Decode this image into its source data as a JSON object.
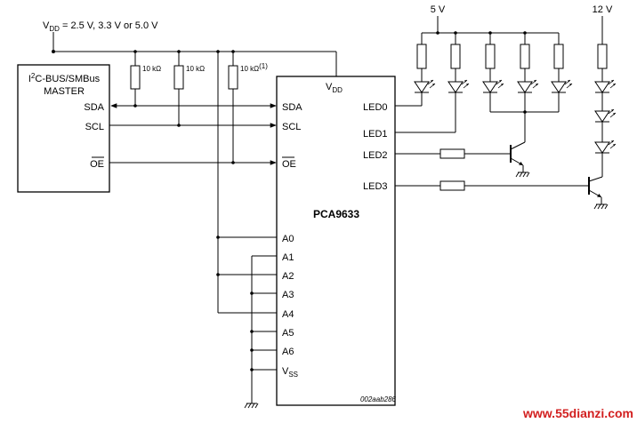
{
  "supply": {
    "vdd_label": "V",
    "vdd_sub": "DD",
    "vdd_values": " = 2.5 V, 3.3 V or 5.0 V",
    "led_supply_5v": "5 V",
    "led_supply_12v": "12 V"
  },
  "master": {
    "title_line1_pre": "I",
    "title_line1_sup": "2",
    "title_line1_post": "C-BUS/SMBus",
    "title_line2": "MASTER",
    "pins": [
      "SDA",
      "SCL",
      "OE"
    ]
  },
  "resistors": {
    "r1": "10 kΩ",
    "r2": "10 kΩ",
    "r3": "10 kΩ",
    "r3_note": "(1)"
  },
  "chip": {
    "name": "PCA9633",
    "vdd_label": "V",
    "vdd_sub": "DD",
    "left_pins": [
      "SDA",
      "SCL",
      "OE",
      "A0",
      "A1",
      "A2",
      "A3",
      "A4",
      "A5",
      "A6"
    ],
    "vss_label": "V",
    "vss_sub": "SS",
    "right_pins": [
      "LED0",
      "LED1",
      "LED2",
      "LED3"
    ]
  },
  "figure_code": "002aab286",
  "watermark": "www.55dianzi.com"
}
